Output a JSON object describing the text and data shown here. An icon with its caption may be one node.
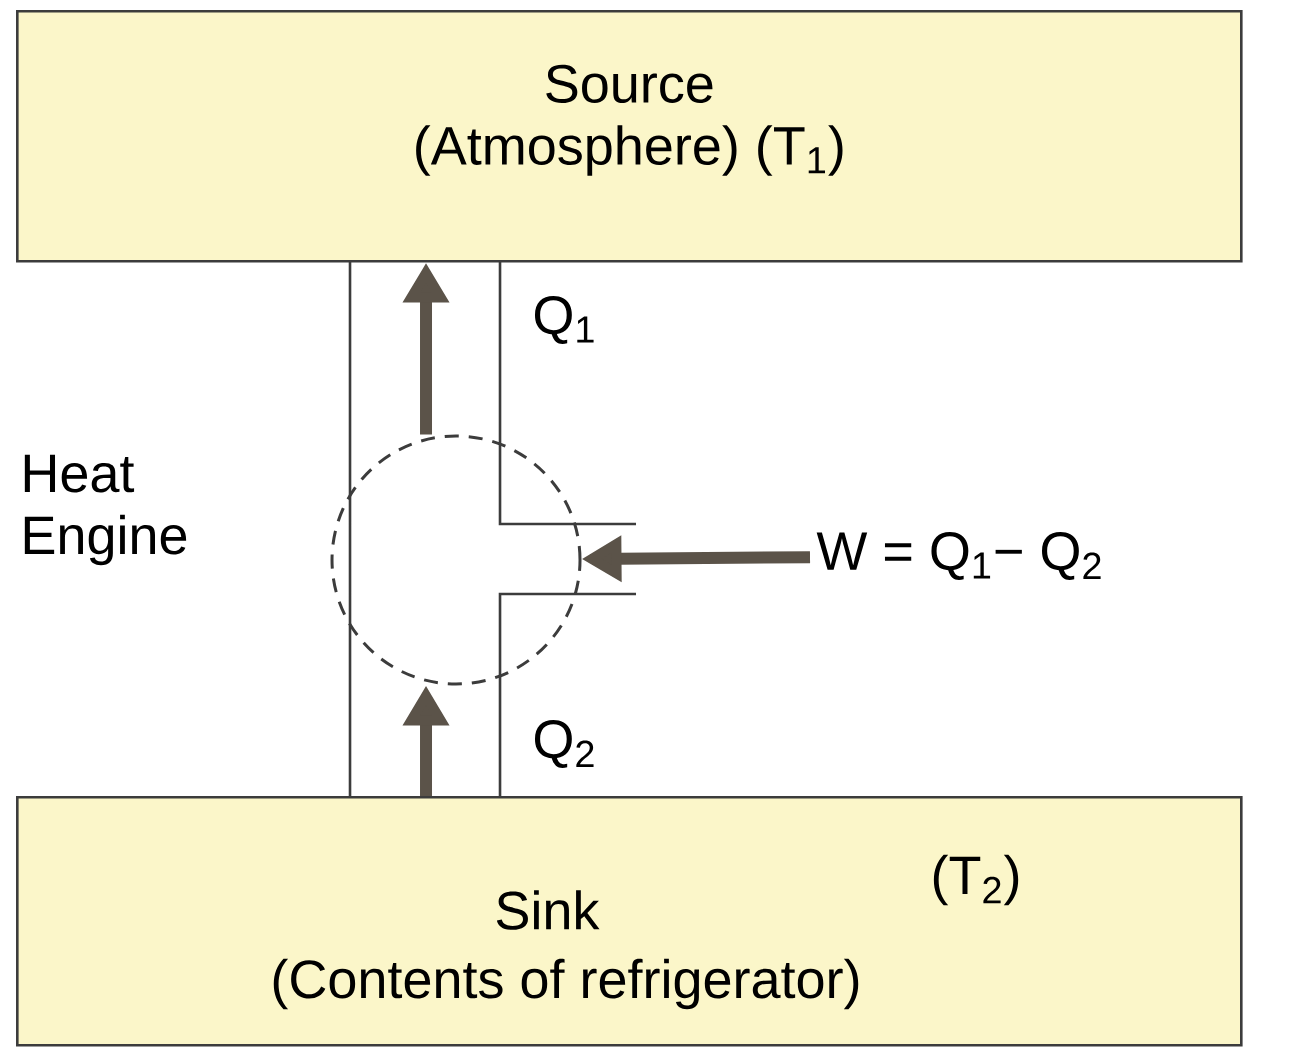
{
  "diagram": {
    "nodes": [
      {
        "text": [
          "Source",
          "(Atmosphere) (T$_{1}$)"
        ]
      },
      {
        "text": [
          "Sink",
          "(T$_{2}$)",
          "(Contents of refrigerator)"
        ]
      },
      {
        "text": [],
        "shape": "circle",
        "beside": [
          "Heat Engine"
        ]
      },
      {
        "text": [
          "W = Q$_{1}$− Q$_{2}$"
        ]
      }
    ],
    "edges": [
      {
        "from": 2,
        "to": 0,
        "arrow": "to",
        "label": "Q$_{1}$"
      },
      {
        "from": 1,
        "to": 2,
        "arrow": "to",
        "label": "Q$_{2}$"
      },
      {
        "from": 3,
        "to": 2,
        "arrow": "to"
      }
    ]
  }
}
